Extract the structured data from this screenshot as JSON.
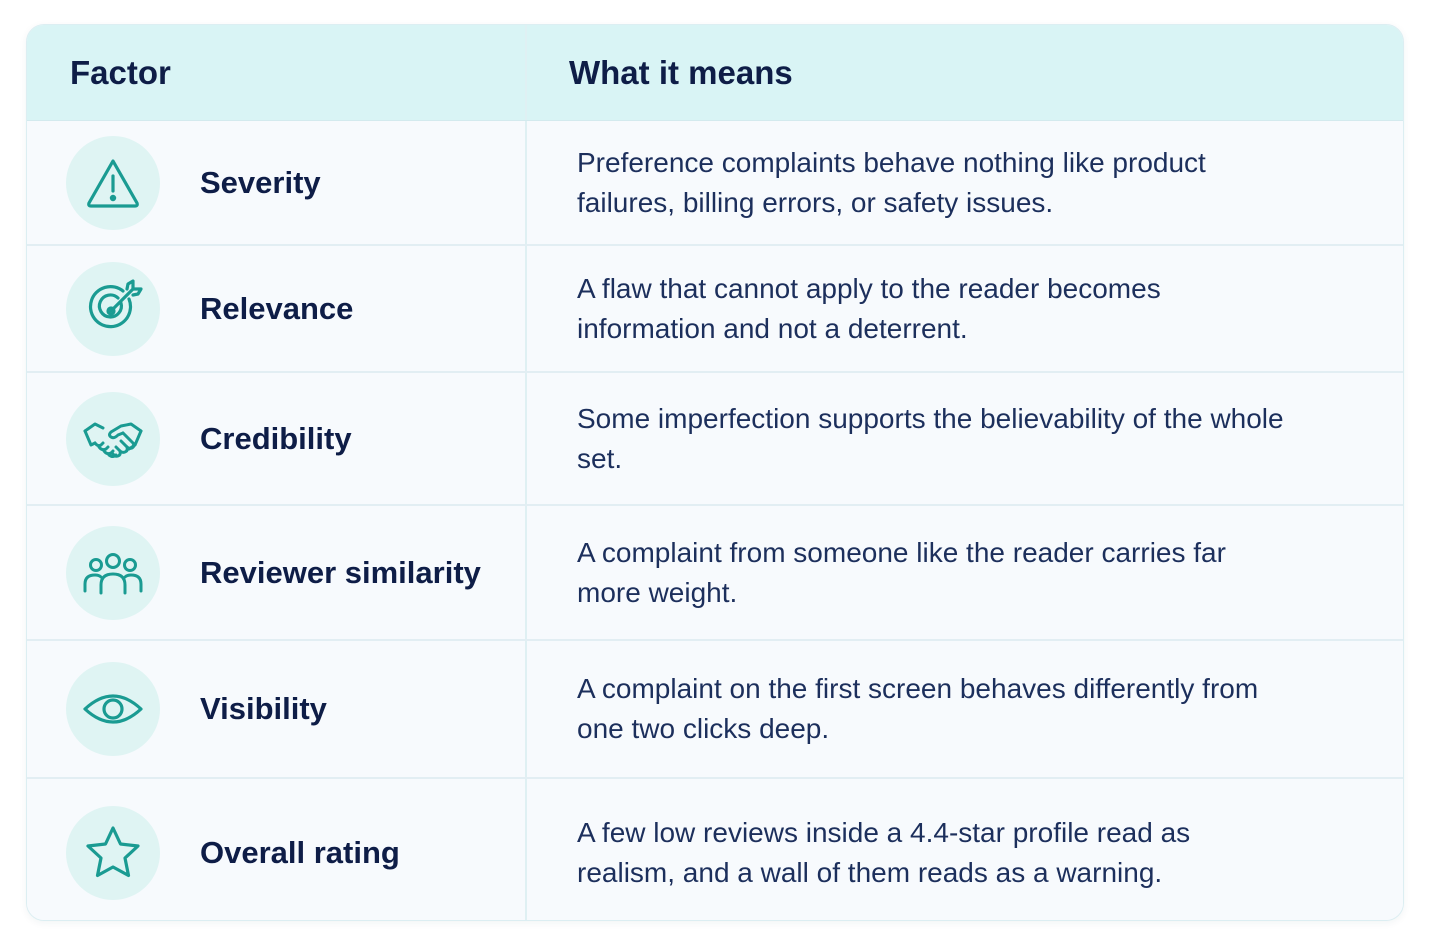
{
  "colors": {
    "header_bg": "#d9f4f5",
    "icon_bg": "#dff4f3",
    "icon_stroke": "#1a9b92",
    "text_dark": "#0e1d47"
  },
  "table": {
    "headers": {
      "factor": "Factor",
      "meaning": "What it means"
    },
    "rows": [
      {
        "icon": "warning-triangle-icon",
        "factor": "Severity",
        "meaning": "Preference complaints behave nothing like product failures, billing errors, or safety issues."
      },
      {
        "icon": "target-arrow-icon",
        "factor": "Relevance",
        "meaning": "A flaw that cannot apply to the reader becomes information and not a deterrent."
      },
      {
        "icon": "handshake-icon",
        "factor": "Credibility",
        "meaning": "Some imperfection supports the believability of the whole set."
      },
      {
        "icon": "people-group-icon",
        "factor": "Reviewer similarity",
        "meaning": "A complaint from someone like the reader carries far more weight."
      },
      {
        "icon": "eye-icon",
        "factor": "Visibility",
        "meaning": "A complaint on the first screen behaves differently from one two clicks deep."
      },
      {
        "icon": "star-icon",
        "factor": "Overall rating",
        "meaning": "A few low reviews inside a 4.4-star profile read as realism, and a wall of them reads as a warning."
      }
    ]
  }
}
